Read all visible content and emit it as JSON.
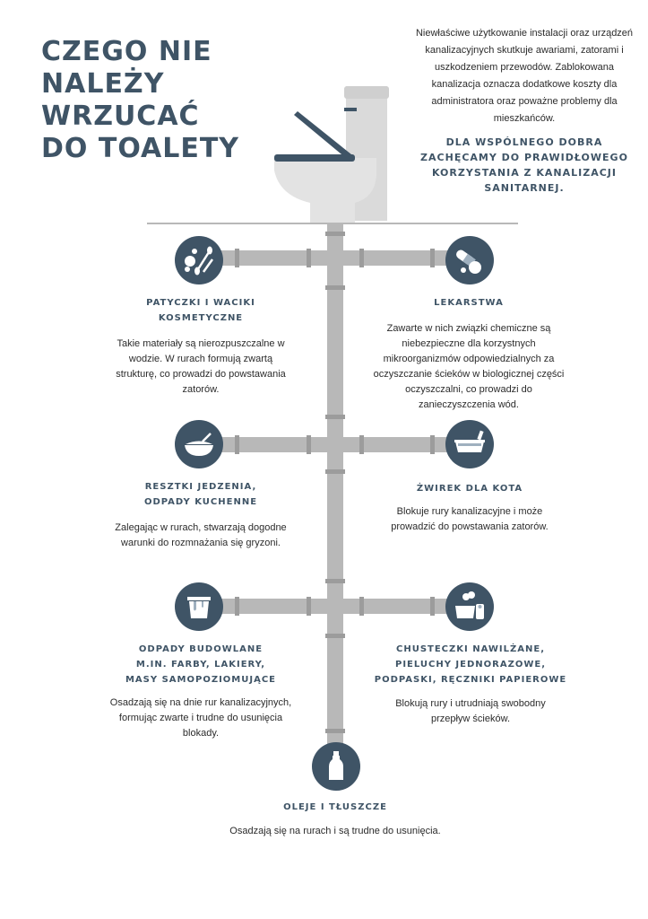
{
  "title": {
    "line1": "CZEGO NIE",
    "line2": "NALEŻY",
    "line3": "WRZUCAĆ",
    "line4": "DO TOALETY"
  },
  "intro": "Niewłaściwe użytkowanie instalacji oraz urządzeń kanalizacyjnych skutkuje awariami, zatorami i uszkodzeniem przewodów. Zablokowana kanalizacja oznacza dodatkowe koszty dla administratora oraz poważne problemy dla mieszkańców.",
  "cta": "DLA WSPÓLNEGO DOBRA ZACHĘCAMY DO PRAWIDŁOWEGO KORZYSTANIA Z KANALIZACJI SANITARNEJ.",
  "items": {
    "cotton": {
      "heading": "PATYCZKI I WACIKI KOSMETYCZNE",
      "text": "Takie materiały są nierozpuszczalne w wodzie. W rurach formują zwartą strukturę, co prowadzi do powstawania zatorów.",
      "icon": "cotton-swabs-icon"
    },
    "medicine": {
      "heading": "LEKARSTWA",
      "text": "Zawarte w nich związki chemiczne są niebezpieczne dla korzystnych mikroorganizmów odpowiedzialnych za oczyszczanie ścieków w biologicznej części oczyszczalni, co prowadzi do zanieczyszczenia wód.",
      "icon": "pills-icon"
    },
    "food": {
      "heading": "RESZTKI JEDZENIA, ODPADY KUCHENNE",
      "text": "Zalegając w rurach, stwarzają dogodne warunki do rozmnażania się gryzoni.",
      "icon": "food-bowl-icon"
    },
    "litter": {
      "heading": "ŻWIREK DLA KOTA",
      "text": "Blokuje rury kanalizacyjne i może prowadzić do powstawania zatorów.",
      "icon": "litter-box-icon"
    },
    "construction": {
      "heading": "ODPADY BUDOWLANE M.IN. FARBY, LAKIERY, MASY SAMOPOZIOMUJĄCE",
      "text": "Osadzają się na dnie rur kanalizacyjnych, formując zwarte i trudne do usunięcia blokady.",
      "icon": "paint-bucket-icon"
    },
    "wipes": {
      "heading": "CHUSTECZKI NAWILŻANE, PIELUCHY JEDNORAZOWE, PODPASKI, RĘCZNIKI PAPIEROWE",
      "text": "Blokują rury i utrudniają swobodny przepływ ścieków.",
      "icon": "hygiene-products-icon"
    },
    "oils": {
      "heading": "OLEJE I TŁUSZCZE",
      "text": "Osadzają się na rurach i są trudne do usunięcia.",
      "icon": "oil-bottle-icon"
    }
  },
  "colors": {
    "accent": "#3f5466",
    "pipe": "#b8b8b8",
    "pipe_joint": "#9a9a9a",
    "toilet": "#d9d9d9"
  }
}
